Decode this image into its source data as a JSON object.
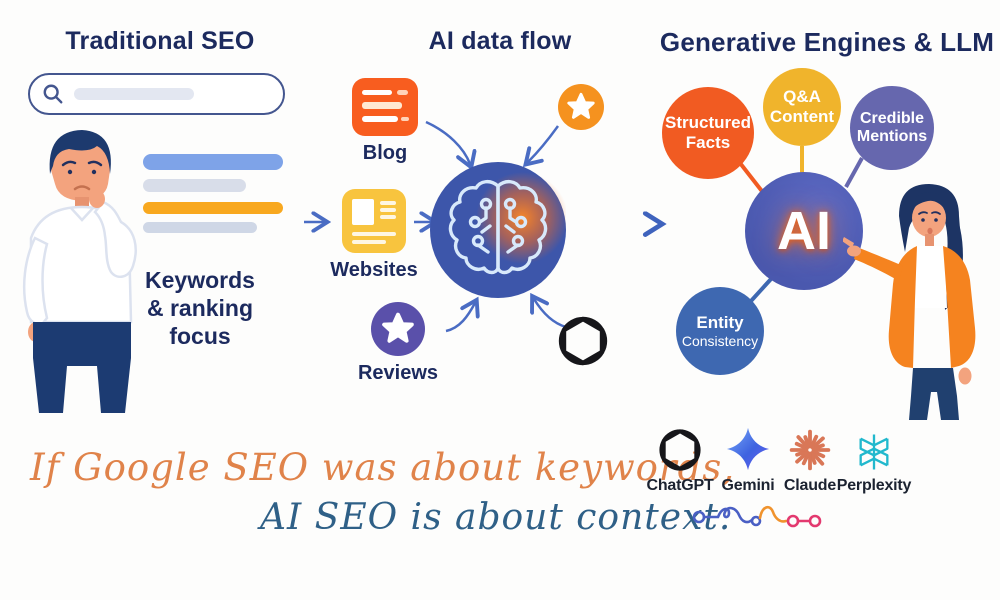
{
  "palette": {
    "heading_navy": "#1c2a5e",
    "arrow_blue": "#4a6cc3",
    "blog_orange": "#f85d1f",
    "star_orange": "#f5921f",
    "websites_yellow": "#f8c43e",
    "reviews_purple": "#5a50aa",
    "brain_circle_blue": "#3d56aa",
    "brain_glow_orange": "#ff7f1f",
    "structured_orange": "#f15b22",
    "qa_yellow": "#f0b42c",
    "credible_purple": "#6667ae",
    "ai_circle_blue": "#4d5cb2",
    "entity_blue": "#3e68b1",
    "tagline_orange": "#e0834a",
    "tagline_blue": "#2f6087",
    "serp_bar_blue": "#7ea3e8",
    "serp_bar_orange": "#f8a81f"
  },
  "left": {
    "title": "Traditional SEO",
    "caption": [
      "Keywords",
      "& ranking",
      "focus"
    ]
  },
  "middle": {
    "title": "AI data flow",
    "blog_label": "Blog",
    "websites_label": "Websites",
    "reviews_label": "Reviews"
  },
  "right": {
    "title": "Generative Engines & LLM",
    "ai_label": "AI",
    "structured": [
      "Structured",
      "Facts"
    ],
    "qa": [
      "Q&A",
      "Content"
    ],
    "credible": [
      "Credible",
      "Mentions"
    ],
    "entity": [
      "Entity",
      "Consistency"
    ]
  },
  "tagline": {
    "line1": "If Google SEO was about keywords,",
    "line2": "AI SEO is about context."
  },
  "llms": [
    {
      "name": "ChatGPT",
      "color": "#111111"
    },
    {
      "name": "Gemini",
      "color": "#4285f4"
    },
    {
      "name": "Claude",
      "color": "#d97757"
    },
    {
      "name": "Perplexity",
      "color": "#21b8cd"
    }
  ],
  "icons": {
    "search": "magnifier",
    "blog": "article-lines",
    "quality_star": "star-in-circle",
    "websites": "webpage-layout",
    "reviews": "star-in-circle",
    "ai_brain": "circuit-brain",
    "chatgpt": "openai-knot",
    "gemini": "four-point-star",
    "claude": "ray-burst",
    "perplexity": "angular-lattice",
    "journey_line": "node-squiggle"
  }
}
